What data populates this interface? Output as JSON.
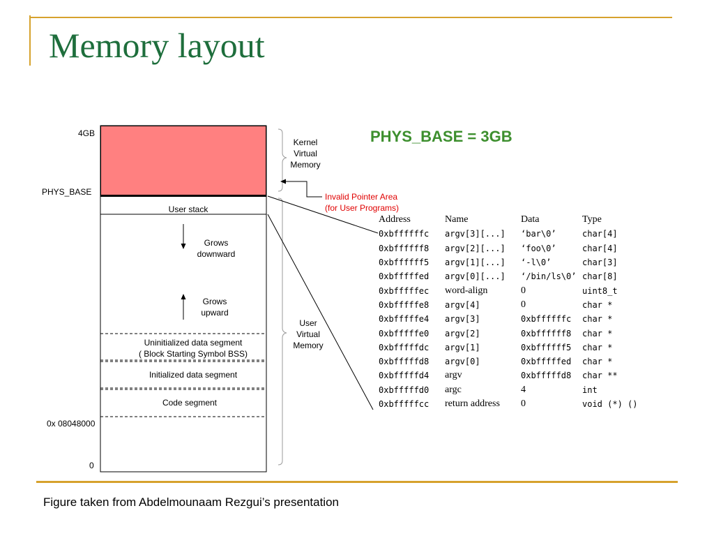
{
  "slide": {
    "title": "Memory layout",
    "footer": "Figure taken from Abdelmounaam Rezgui’s presentation"
  },
  "diagram": {
    "phys_base_heading": "PHYS_BASE = 3GB",
    "addr_4gb": "4GB",
    "addr_phys_base": "PHYS_BASE",
    "addr_code_start": "0x 08048000",
    "addr_zero": "0",
    "kernel_label": [
      "Kernel",
      "Virtual",
      "Memory"
    ],
    "user_label": [
      "User",
      "Virtual",
      "Memory"
    ],
    "invalid_label": [
      "Invalid Pointer Area",
      "(for User Programs)"
    ],
    "user_stack": "User stack",
    "grows_down": [
      "Grows",
      "downward"
    ],
    "grows_up": [
      "Grows",
      "upward"
    ],
    "bss_lines": [
      "Uninitialized data segment",
      "(  Block Starting Symbol BSS)"
    ],
    "init_data": "Initialized data segment",
    "code_segment": "Code segment",
    "colors": {
      "kernel_fill": "#ff8080",
      "title": "#1e6e3c",
      "heading": "#3d8f2e",
      "accent": "#d6a22d",
      "invalid": "#e00000"
    }
  },
  "stack_table": {
    "headers": [
      "Address",
      "Name",
      "Data",
      "Type"
    ],
    "rows": [
      [
        "0xbffffffc",
        "argv[3][...]",
        "‘bar\\0’",
        "char[4]"
      ],
      [
        "0xbffffff8",
        "argv[2][...]",
        "‘foo\\0’",
        "char[4]"
      ],
      [
        "0xbffffff5",
        "argv[1][...]",
        "‘-l\\0’",
        "char[3]"
      ],
      [
        "0xbfffffed",
        "argv[0][...]",
        "‘/bin/ls\\0’",
        "char[8]"
      ],
      [
        "0xbfffffec",
        "word-align",
        "0",
        "uint8_t"
      ],
      [
        "0xbfffffe8",
        "argv[4]",
        "0",
        "char *"
      ],
      [
        "0xbfffffe4",
        "argv[3]",
        "0xbffffffc",
        "char *"
      ],
      [
        "0xbfffffe0",
        "argv[2]",
        "0xbffffff8",
        "char *"
      ],
      [
        "0xbfffffdc",
        "argv[1]",
        "0xbffffff5",
        "char *"
      ],
      [
        "0xbfffffd8",
        "argv[0]",
        "0xbfffffed",
        "char *"
      ],
      [
        "0xbfffffd4",
        "argv",
        "0xbfffffd8",
        "char **"
      ],
      [
        "0xbfffffd0",
        "argc",
        "4",
        "int"
      ],
      [
        "0xbfffffcc",
        "return address",
        "0",
        "void (*) ()"
      ]
    ]
  }
}
